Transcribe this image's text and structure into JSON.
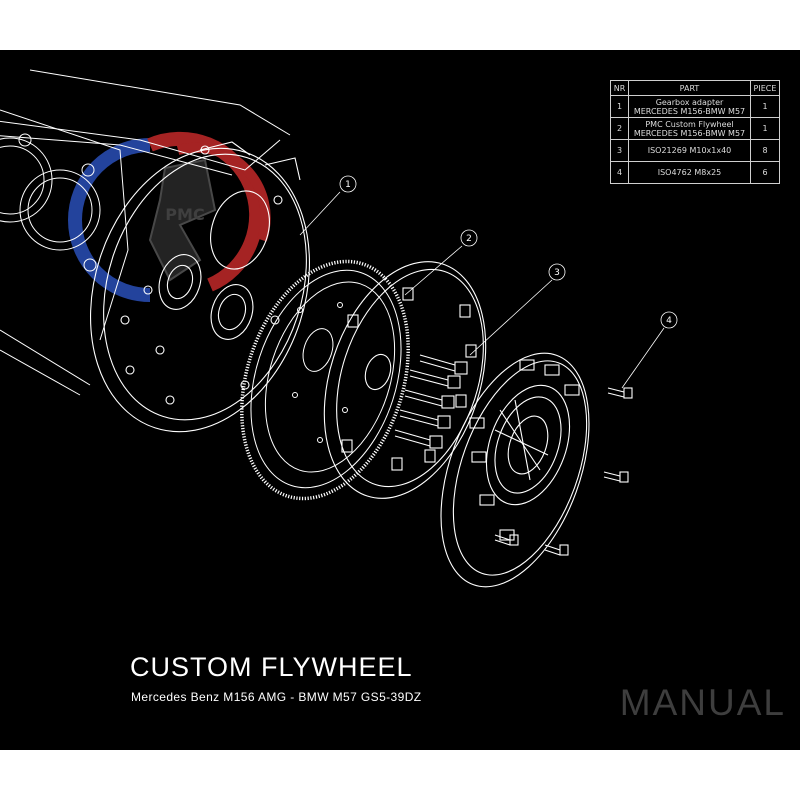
{
  "diagram": {
    "title": "CUSTOM FLYWHEEL",
    "subtitle": "Mercedes Benz M156 AMG - BMW M57 GS5-39DZ",
    "watermark_label": "MANUAL",
    "callouts": [
      "1",
      "2",
      "3",
      "4"
    ],
    "logo_text": "PMC"
  },
  "parts_table": {
    "headers": {
      "nr": "NR",
      "part": "PART",
      "piece": "PIECE"
    },
    "rows": [
      {
        "nr": "1",
        "part_line1": "Gearbox adapter",
        "part_line2": "MERCEDES M156-BMW M57",
        "piece": "1"
      },
      {
        "nr": "2",
        "part_line1": "PMC Custom Flywheel",
        "part_line2": "MERCEDES M156-BMW M57",
        "piece": "1"
      },
      {
        "nr": "3",
        "part_line1": "ISO21269 M10x1x40",
        "part_line2": "",
        "piece": "8"
      },
      {
        "nr": "4",
        "part_line1": "ISO4762 M8x25",
        "part_line2": "",
        "piece": "6"
      }
    ]
  },
  "colors": {
    "background": "#000000",
    "line": "#ffffff",
    "watermark_text": "#3e3e3e",
    "logo_blue": "#2a4fb8",
    "logo_red": "#c22a2a"
  }
}
